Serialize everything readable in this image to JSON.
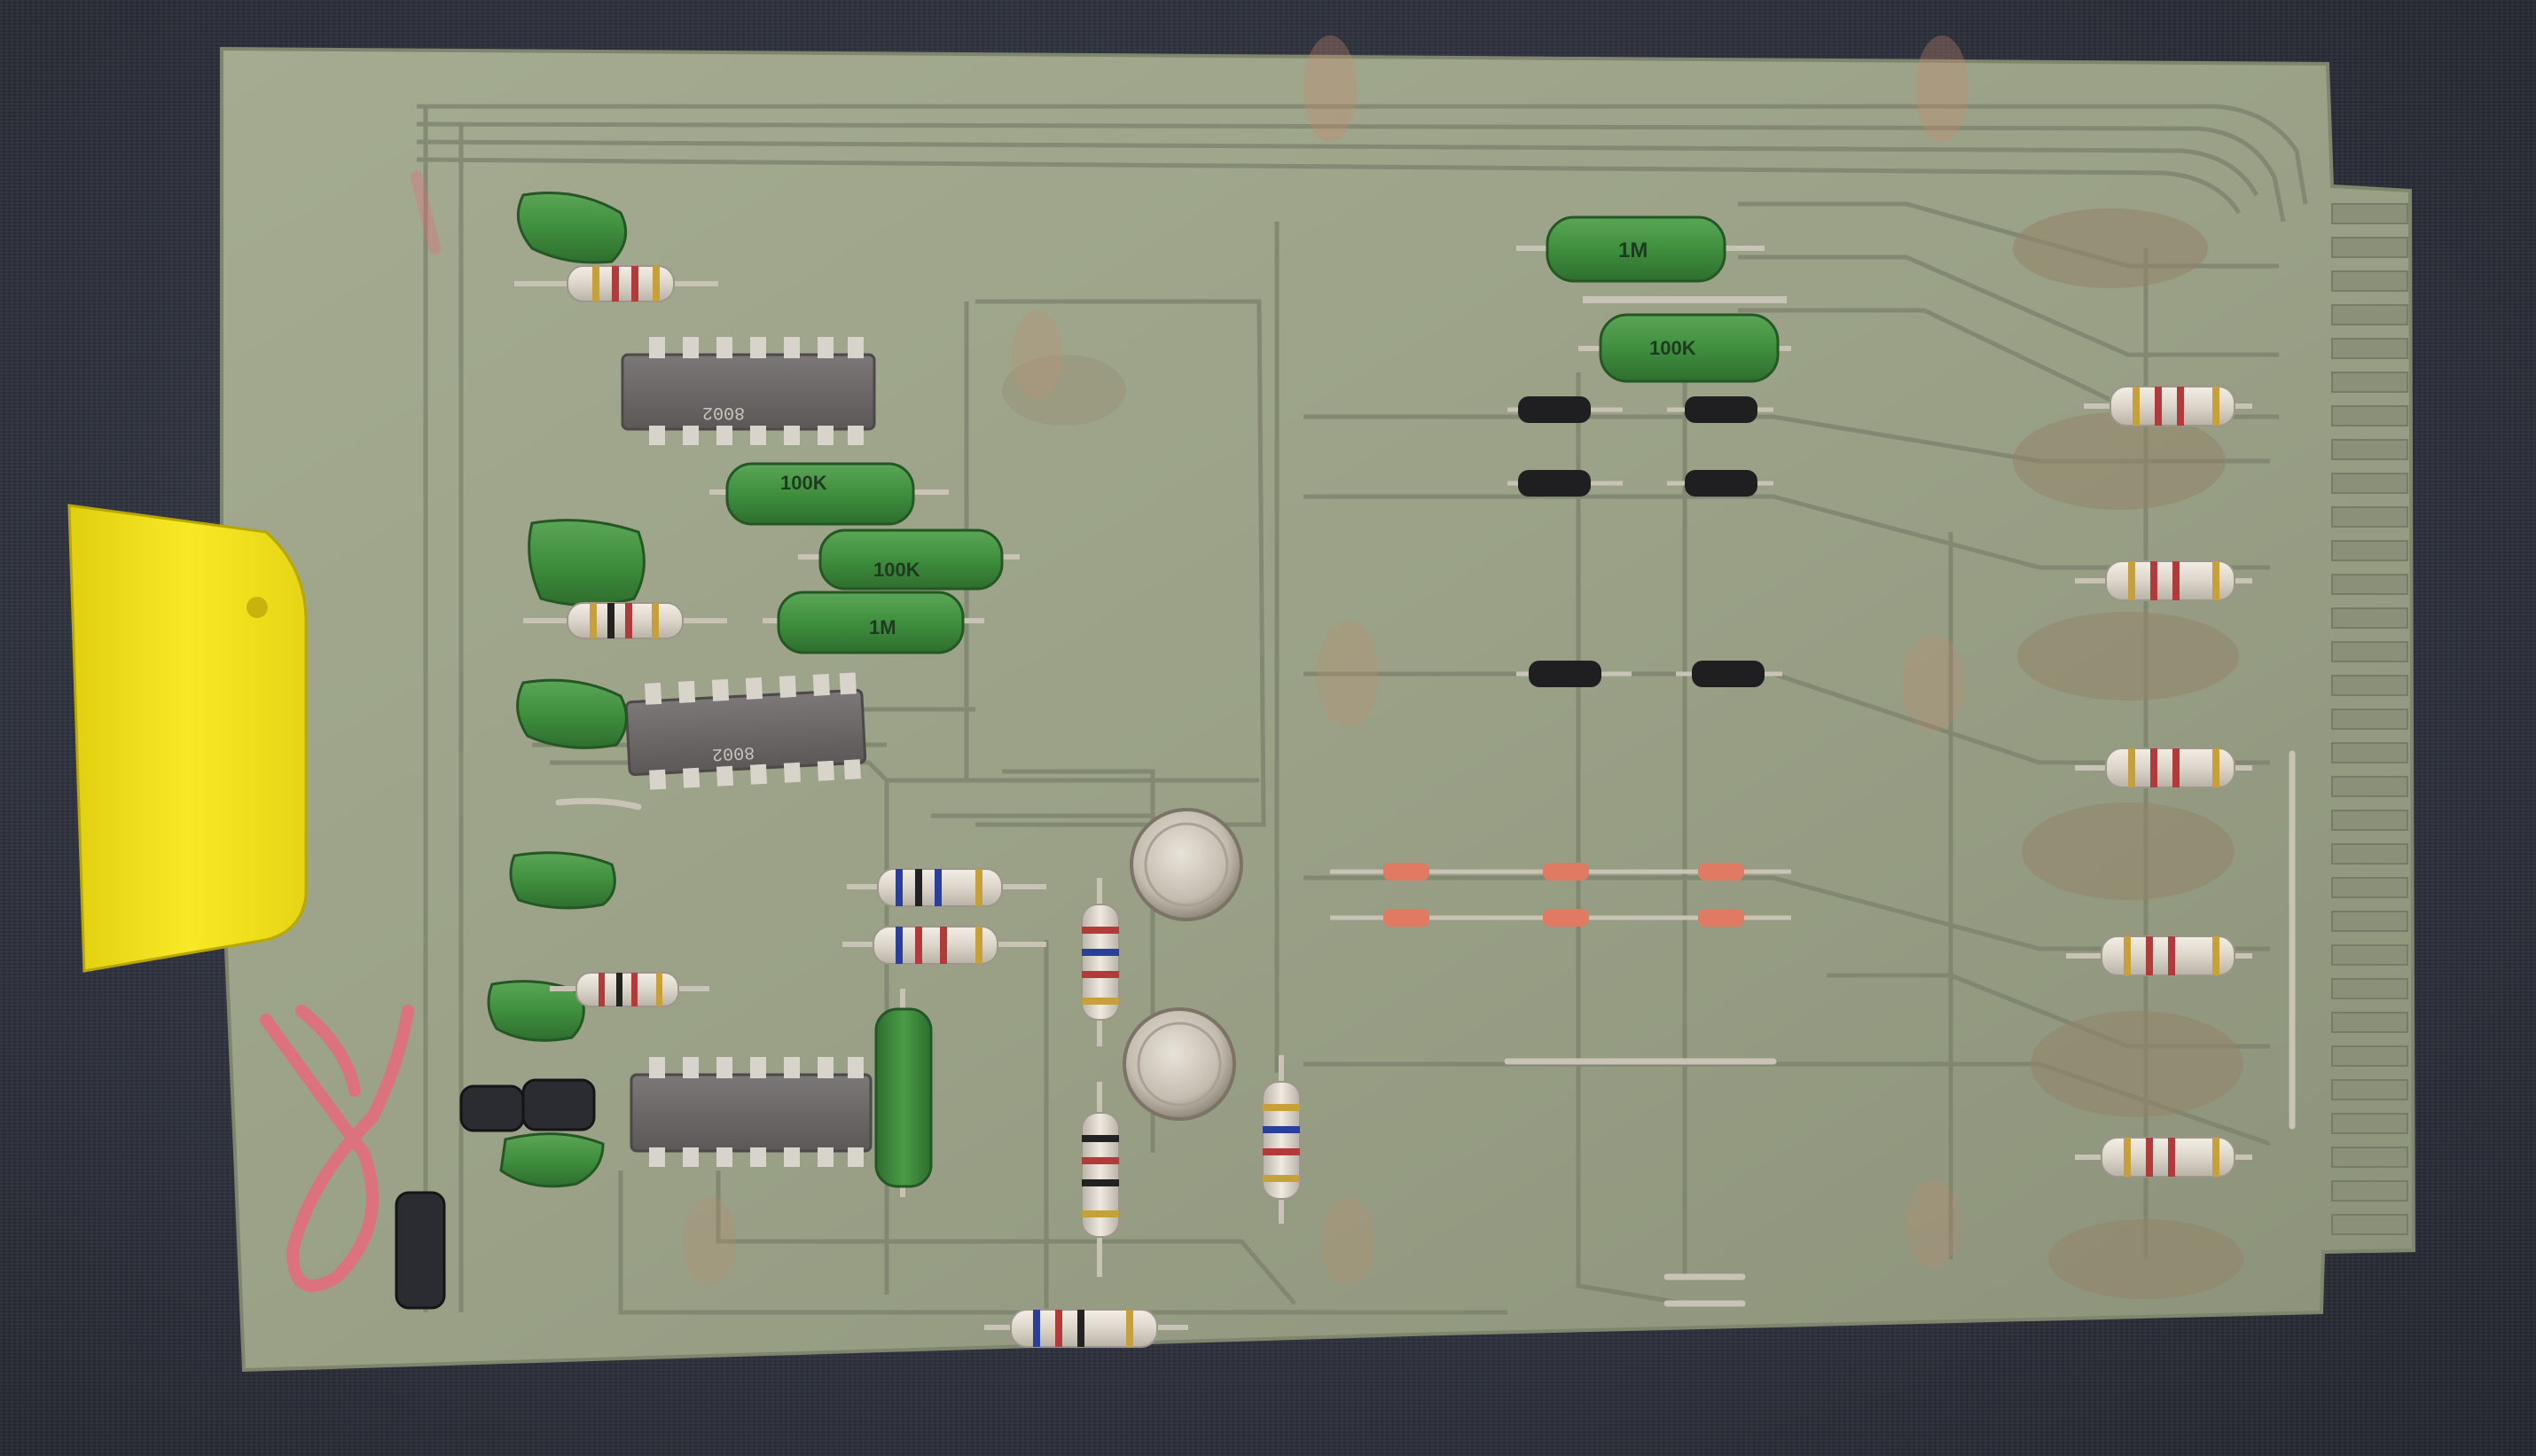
{
  "photo": {
    "subject": "printed-circuit-board",
    "colors": {
      "background": "#2e323d",
      "board": "#9ba388",
      "board_edge": "#858c74",
      "trace": "#7c826c",
      "pink_marker": "#e86a7a",
      "tab_yellow": "#f4e31c",
      "ic_body": "#6e6a69",
      "resistor_body": "#e5ded4",
      "green_component": "#3f8f3e",
      "diode_black": "#1f1f22",
      "transistor_can": "#c9c2b5"
    }
  },
  "markings": {
    "ic_top_code": "8002",
    "ic_mid_code": "8002",
    "res_100k_1": "100K",
    "res_100k_2": "100K",
    "res_100k_3": "100K",
    "res_1m_1": "1M",
    "res_1m_2": "1M",
    "handwritten_mark": "X"
  }
}
